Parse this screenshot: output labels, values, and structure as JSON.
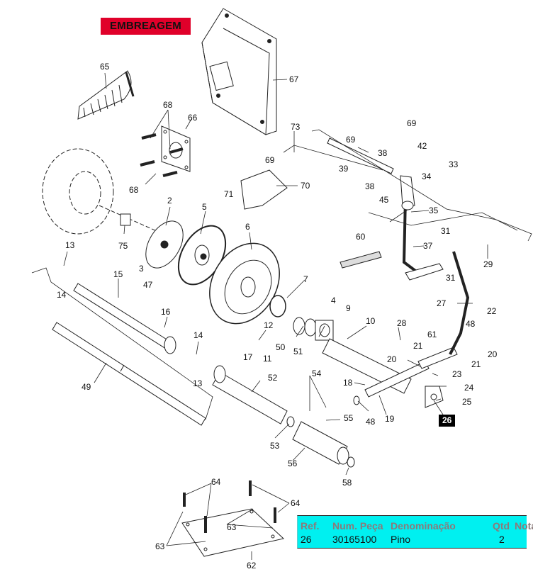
{
  "diagram": {
    "title": "EMBREAGEM",
    "title_color": "#e0002a",
    "highlight_ref": "26",
    "callouts": [
      {
        "id": "c65",
        "label": "65"
      },
      {
        "id": "c67",
        "label": "67"
      },
      {
        "id": "c68a",
        "label": "68"
      },
      {
        "id": "c66",
        "label": "66"
      },
      {
        "id": "c68b",
        "label": "68"
      },
      {
        "id": "c73",
        "label": "73"
      },
      {
        "id": "c69a",
        "label": "69"
      },
      {
        "id": "c69b",
        "label": "69"
      },
      {
        "id": "c69c",
        "label": "69"
      },
      {
        "id": "c42",
        "label": "42"
      },
      {
        "id": "c38a",
        "label": "38"
      },
      {
        "id": "c39",
        "label": "39"
      },
      {
        "id": "c33",
        "label": "33"
      },
      {
        "id": "c34",
        "label": "34"
      },
      {
        "id": "c38b",
        "label": "38"
      },
      {
        "id": "c70",
        "label": "70"
      },
      {
        "id": "c45",
        "label": "45"
      },
      {
        "id": "c35",
        "label": "35"
      },
      {
        "id": "c71",
        "label": "71"
      },
      {
        "id": "c2",
        "label": "2"
      },
      {
        "id": "c5",
        "label": "5"
      },
      {
        "id": "c75",
        "label": "75"
      },
      {
        "id": "c6",
        "label": "6"
      },
      {
        "id": "c31a",
        "label": "31"
      },
      {
        "id": "c60",
        "label": "60"
      },
      {
        "id": "c37",
        "label": "37"
      },
      {
        "id": "c29",
        "label": "29"
      },
      {
        "id": "c31b",
        "label": "31"
      },
      {
        "id": "c13a",
        "label": "13"
      },
      {
        "id": "c15",
        "label": "15"
      },
      {
        "id": "c3",
        "label": "3"
      },
      {
        "id": "c47",
        "label": "47"
      },
      {
        "id": "c14a",
        "label": "14"
      },
      {
        "id": "c7",
        "label": "7"
      },
      {
        "id": "c27",
        "label": "27"
      },
      {
        "id": "c16",
        "label": "16"
      },
      {
        "id": "c4",
        "label": "4"
      },
      {
        "id": "c9",
        "label": "9"
      },
      {
        "id": "c22",
        "label": "22"
      },
      {
        "id": "c12",
        "label": "12"
      },
      {
        "id": "c10",
        "label": "10"
      },
      {
        "id": "c28",
        "label": "28"
      },
      {
        "id": "c14b",
        "label": "14"
      },
      {
        "id": "c61",
        "label": "61"
      },
      {
        "id": "c48a",
        "label": "48"
      },
      {
        "id": "c50",
        "label": "50"
      },
      {
        "id": "c51",
        "label": "51"
      },
      {
        "id": "c11",
        "label": "11"
      },
      {
        "id": "c21a",
        "label": "21"
      },
      {
        "id": "c20a",
        "label": "20"
      },
      {
        "id": "c17",
        "label": "17"
      },
      {
        "id": "c20b",
        "label": "20"
      },
      {
        "id": "c21b",
        "label": "21"
      },
      {
        "id": "c13b",
        "label": "13"
      },
      {
        "id": "c23",
        "label": "23"
      },
      {
        "id": "c49",
        "label": "49"
      },
      {
        "id": "c52",
        "label": "52"
      },
      {
        "id": "c54",
        "label": "54"
      },
      {
        "id": "c18",
        "label": "18"
      },
      {
        "id": "c24",
        "label": "24"
      },
      {
        "id": "c25",
        "label": "25"
      },
      {
        "id": "c19",
        "label": "19"
      },
      {
        "id": "c55",
        "label": "55"
      },
      {
        "id": "c48b",
        "label": "48"
      },
      {
        "id": "c26",
        "label": "26"
      },
      {
        "id": "c53",
        "label": "53"
      },
      {
        "id": "c56",
        "label": "56"
      },
      {
        "id": "c58",
        "label": "58"
      },
      {
        "id": "c64a",
        "label": "64"
      },
      {
        "id": "c64b",
        "label": "64"
      },
      {
        "id": "c63a",
        "label": "63"
      },
      {
        "id": "c63b",
        "label": "63"
      },
      {
        "id": "c62",
        "label": "62"
      }
    ]
  },
  "parts_table": {
    "background": "#00f0f0",
    "headers": {
      "ref": "Ref.",
      "num": "Num. Peça",
      "den": "Denominação",
      "qtd": "Qtd",
      "nota": "Nota"
    },
    "rows": [
      {
        "ref": "26",
        "num": "30165100",
        "den": "Pino",
        "qtd": "2",
        "nota": ""
      }
    ]
  }
}
